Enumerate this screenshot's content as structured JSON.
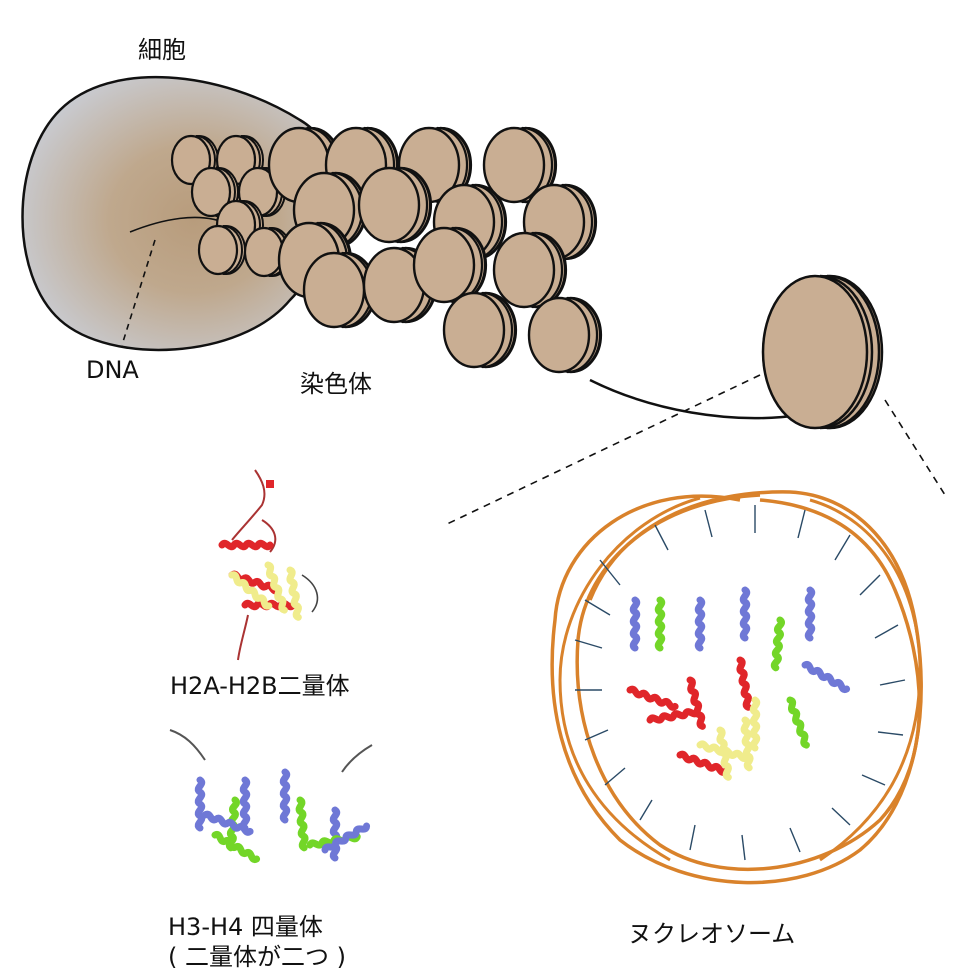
{
  "labels": {
    "cell": "細胞",
    "dna": "DNA",
    "chromosome": "染色体",
    "dimer": "H2A-H2B二量体",
    "tetramer_line1": "H3-H4 四量体",
    "tetramer_line2": "( 二量体が二つ )",
    "nucleosome": "ヌクレオソーム"
  },
  "colors": {
    "cell_fill_outer": "#c9ccd3",
    "cell_fill_inner": "#b89c7c",
    "disk": "#c9ae93",
    "h2a": "#e0262a",
    "h2b": "#f0ec8c",
    "h3": "#6f78d6",
    "h4": "#73d628",
    "dna_backbone": "#d9822b",
    "dna_bases": "#2a4a66"
  }
}
